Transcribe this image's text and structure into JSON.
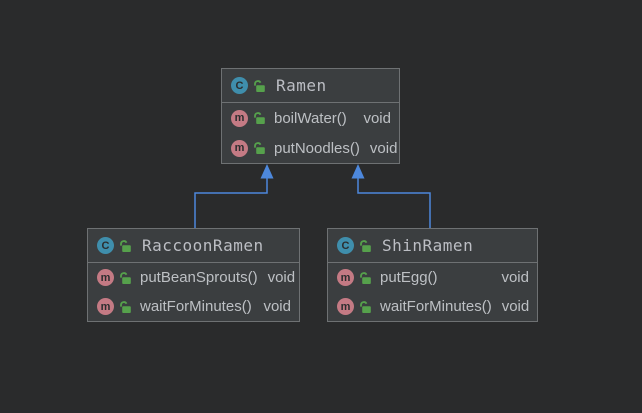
{
  "colors": {
    "background": "#2A2B2C",
    "node_fill": "#3B3E40",
    "node_border": "#6E7173",
    "text": "#BDC0C4",
    "edge_blue": "#4D88DC",
    "class_badge": "#3F8EAC",
    "method_badge": "#C47A84",
    "lock_green": "#56A14C"
  },
  "diagram": {
    "icons": {
      "class_badge": {
        "glyph": "C",
        "color": "#3F8EAC"
      },
      "method_badge": {
        "glyph": "m",
        "color": "#C47A84"
      },
      "lock": {
        "name": "open-lock-icon",
        "color": "#56A14C"
      }
    },
    "classes": [
      {
        "name": "Ramen",
        "members": [
          {
            "name": "boilWater()",
            "type": "void"
          },
          {
            "name": "putNoodles()",
            "type": "void"
          }
        ]
      },
      {
        "name": "RaccoonRamen",
        "members": [
          {
            "name": "putBeanSprouts()",
            "type": "void"
          },
          {
            "name": "waitForMinutes()",
            "type": "void"
          }
        ]
      },
      {
        "name": "ShinRamen",
        "members": [
          {
            "name": "putEgg()",
            "type": "void"
          },
          {
            "name": "waitForMinutes()",
            "type": "void"
          }
        ]
      }
    ],
    "edges": [
      {
        "from": "RaccoonRamen",
        "to": "Ramen",
        "type": "inheritance"
      },
      {
        "from": "ShinRamen",
        "to": "Ramen",
        "type": "inheritance"
      }
    ]
  }
}
